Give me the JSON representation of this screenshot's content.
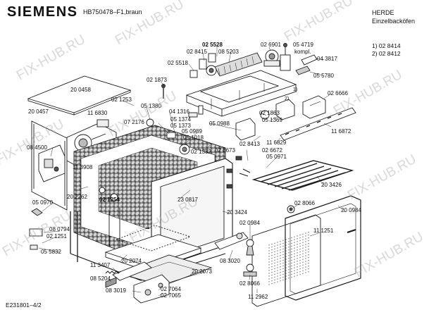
{
  "header": {
    "brand": "SIEMENS",
    "model": "HB750478–F1,braun",
    "category_line1": "HERDE",
    "category_line2": "Einzelbacköfen"
  },
  "notes": {
    "note1": "1) 02 8414",
    "note2": "2) 02 8412"
  },
  "footer": {
    "code": "E231801–4/2"
  },
  "watermark": "FIX-HUB.RU",
  "parts": {
    "p025528": "02 5528",
    "p026901": "02 6901",
    "p054719": "05 4719",
    "kompl": "kompl.",
    "p028415": "02 8415",
    "p085203": "08 5203",
    "p043817": "04 3817",
    "p025518": "02 5518",
    "p055780": "05 5780",
    "p200458": "20 0458",
    "p021873": "02 1873",
    "p026666": "02 6666",
    "p021253": "02 1253",
    "fn1": "1)",
    "fn2": "2)",
    "p200457": "20 0457",
    "p116830": "11 6830",
    "p051380": "05 1380",
    "p041316": "04 1316",
    "p021863": "02 1863",
    "p072176": "07 2176",
    "p051374": "05 1374",
    "p051373": "05 1373",
    "p051369": "05 1369",
    "p050989": "05 0989",
    "p050988": "05 0988",
    "p051018": "05 1018",
    "p116872": "11 6872",
    "p084500": "08 4500",
    "p028413": "02 8413",
    "p116829": "11 6829",
    "p021332": "02 1332",
    "p026673": "02 6673",
    "p026672": "02 6672",
    "p050971": "05 0971",
    "p113908": "11 3908",
    "p203426": "20 3426",
    "p202262": "20 2262",
    "p021254": "02 1254",
    "p230817": "23 0817",
    "p050970": "05 0970",
    "p028066a": "02 8066",
    "p200984": "20 0984",
    "p203424": "20 3424",
    "p080794": "08 0794",
    "p021251": "02 1251",
    "p020984": "02 0984",
    "p111251": "11 1251",
    "p055832": "05 5832",
    "p083020": "08 3020",
    "p113407": "11 3407",
    "p202074": "20 2074",
    "p202073": "20 2073",
    "p085204": "08 5204",
    "p083019": "08 3019",
    "p027064": "02 7064",
    "p027065": "02 7065",
    "p028066b": "02 8066",
    "p112962": "11 2962"
  }
}
